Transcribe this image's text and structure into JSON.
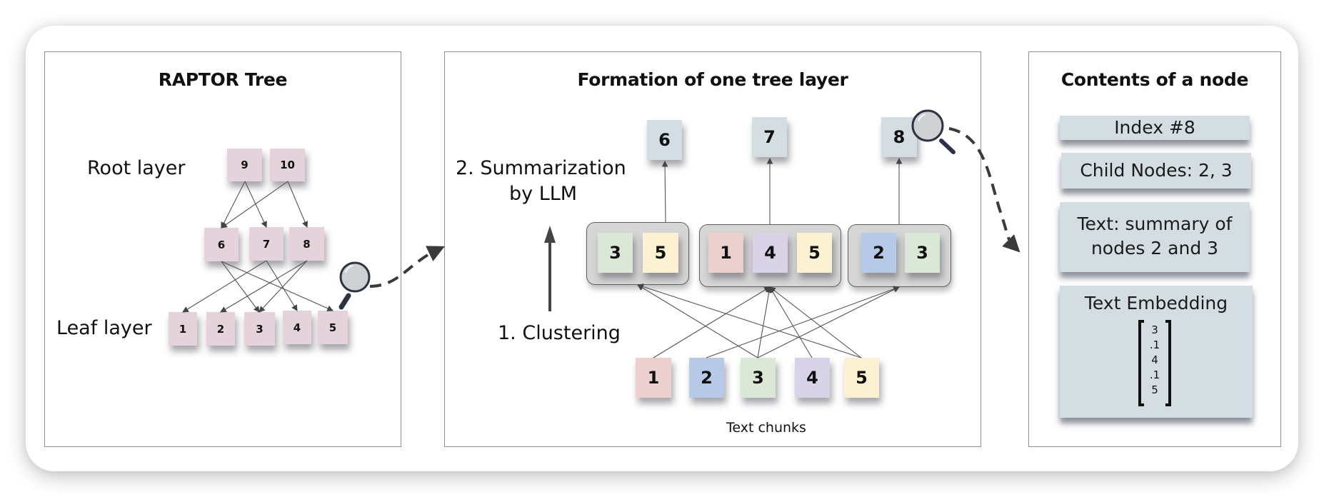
{
  "colors": {
    "tree_node": "#e5d3dc",
    "summary_node": "#d3dde2",
    "chunk_colors": {
      "1": "#ecd0d0",
      "2": "#b6c9e6",
      "3": "#dce8d7",
      "4": "#d8d3e6",
      "5": "#fcf2d3"
    },
    "cluster_bg": "#d6d6d6"
  },
  "panel_tree": {
    "title": "RAPTOR Tree",
    "root_label": "Root layer",
    "leaf_label": "Leaf layer",
    "root_nodes": [
      "9",
      "10"
    ],
    "middle_nodes": [
      "6",
      "7",
      "8"
    ],
    "leaf_nodes": [
      "1",
      "2",
      "3",
      "4",
      "5"
    ],
    "edges": [
      [
        "9",
        "6"
      ],
      [
        "9",
        "7"
      ],
      [
        "10",
        "6"
      ],
      [
        "10",
        "8"
      ],
      [
        "6",
        "3"
      ],
      [
        "6",
        "5"
      ],
      [
        "7",
        "1"
      ],
      [
        "7",
        "4"
      ],
      [
        "8",
        "2"
      ],
      [
        "8",
        "3"
      ]
    ]
  },
  "panel_layer": {
    "title": "Formation of one tree layer",
    "step2_line1": "2. Summarization",
    "step2_line2": "by LLM",
    "step1": "1. Clustering",
    "chunks_caption": "Text chunks",
    "summary_nodes": [
      "6",
      "7",
      "8"
    ],
    "clusters": [
      [
        "3",
        "5"
      ],
      [
        "1",
        "4",
        "5"
      ],
      [
        "2",
        "3"
      ]
    ],
    "chunks": [
      "1",
      "2",
      "3",
      "4",
      "5"
    ],
    "chunk_to_cluster": [
      [
        "1",
        1
      ],
      [
        "2",
        2
      ],
      [
        "3",
        0
      ],
      [
        "3",
        1
      ],
      [
        "3",
        2
      ],
      [
        "4",
        1
      ],
      [
        "5",
        0
      ],
      [
        "5",
        1
      ]
    ]
  },
  "panel_node": {
    "title": "Contents of a node",
    "index": "Index #8",
    "child_nodes": "Child Nodes: 2, 3",
    "text_line1": "Text:  summary of",
    "text_line2": "nodes 2 and 3",
    "embedding_label": "Text Embedding",
    "embedding_values": [
      "3",
      ".1",
      "4",
      ".1",
      "5"
    ]
  }
}
